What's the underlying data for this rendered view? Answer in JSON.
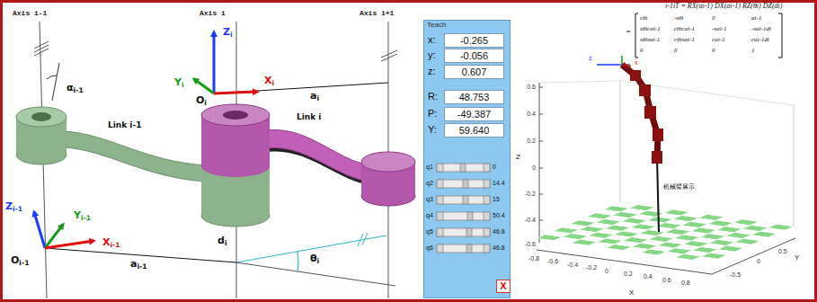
{
  "diagram": {
    "nodes": [
      {
        "text": [
          "Teach"
        ]
      },
      {
        "text": [
          "-0.265"
        ],
        "in": 0
      },
      {
        "text": [
          "-0.056"
        ],
        "in": 0
      },
      {
        "text": [
          "0.607"
        ],
        "in": 0
      },
      {
        "text": [
          "48.753"
        ],
        "in": 0
      },
      {
        "text": [
          "-49.387"
        ],
        "in": 0
      },
      {
        "text": [
          "59.640"
        ],
        "in": 0
      },
      {
        "text": [
          "X"
        ],
        "in": 0
      }
    ],
    "labels": [
      "Axis i-1",
      "Axis i",
      "Axis i+1",
      "αi-1",
      "Zi",
      "Yi",
      "Oi",
      "Xi",
      "ai",
      "Link i-1",
      "Link i",
      "Zi-1",
      "Yi-1",
      "Oi-1",
      "Xi-1",
      "ai-1",
      "di",
      "θi",
      "x:",
      "y:",
      "z:",
      "R:",
      "P:",
      "Y:",
      "q1",
      "q2",
      "q3",
      "q4",
      "q5",
      "q6",
      "0",
      "14.4",
      "15",
      "50.4",
      "46.8",
      "46.8",
      "i-1iT = RX(αi-1) DX(ai-1) RZ(θi) DZ(di)",
      "=",
      "=",
      "cθi",
      "-sθi",
      "0",
      "ai-1",
      "sθicαi-1",
      "cθicαi-1",
      "-sαi-1",
      "-sαi-1di",
      "sθisαi-1",
      "cθisαi-1",
      "cαi-1",
      "cαi-1di",
      "0",
      "0",
      "0",
      "1",
      "0.6",
      "0.4",
      "0.2",
      "0",
      "-0.2",
      "-0.4",
      "-0.6",
      "-0.8",
      "-0.6",
      "-0.4",
      "-0.2",
      "0",
      "0.2",
      "0.4",
      "0.6",
      "0.8",
      "-0.5",
      "0",
      "0.5",
      "X",
      "Y",
      "Z",
      "机械臂展示",
      "z",
      "x"
    ]
  }
}
